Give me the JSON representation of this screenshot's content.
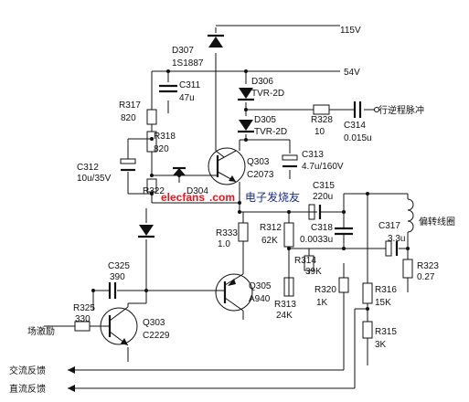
{
  "labels": {
    "v115": "115V",
    "v54": "54V",
    "d307_ref": "D307",
    "d307_part": "1S1887",
    "c311_ref": "C311",
    "c311_val": "47u",
    "d306_ref": "D306",
    "d306_part": "TVR-2D",
    "d305_ref": "D305",
    "d305_part": "TVR-2D",
    "r328_ref": "R328",
    "r328_val": "10",
    "flyback_label": "行逆程脉冲",
    "c314_ref": "C314",
    "c314_val": "0.015u",
    "r317_ref": "R317",
    "r317_val": "820",
    "r318_ref": "R318",
    "r318_val": "820",
    "c312_ref": "C312",
    "c312_val": "10u/35V",
    "q303a_ref": "Q303",
    "q303a_part": "C2073",
    "c313_ref": "C313",
    "c313_val": "4.7u/160V",
    "r322_ref": "R322",
    "d304_ref": "D304",
    "c315_ref": "C315",
    "c315_val": "220u",
    "yoke_label": "偏转线圈",
    "r312_ref": "R312",
    "r312_val": "62K",
    "c318_ref": "C318",
    "c318_val": "0.0033u",
    "c317_ref": "C317",
    "c317_val": "3.3u",
    "r333_ref": "R333",
    "r333_val": "1.0",
    "r314_ref": "R314",
    "r314_val": "39K",
    "r323_ref": "R323",
    "r323_val": "0.27",
    "c325_ref": "C325",
    "c325_val": "390",
    "q305_ref": "Q305",
    "q305_part": "A940",
    "r320_ref": "R320",
    "r320_val": "1K",
    "r316_ref": "R316",
    "r316_val": "15K",
    "r313_ref": "R313",
    "r313_val": "24K",
    "r325_ref": "R325",
    "r325_val": "330",
    "field_drive": "场激励",
    "q303b_ref": "Q303",
    "q303b_part": "C2229",
    "r315_ref": "R315",
    "r315_val": "3K",
    "ac_feedback": "交流反馈",
    "dc_feedback": "直流反馈",
    "watermark_brand": "elecfans",
    "watermark_tld": ".com",
    "watermark_cn": "电子发烧友"
  }
}
